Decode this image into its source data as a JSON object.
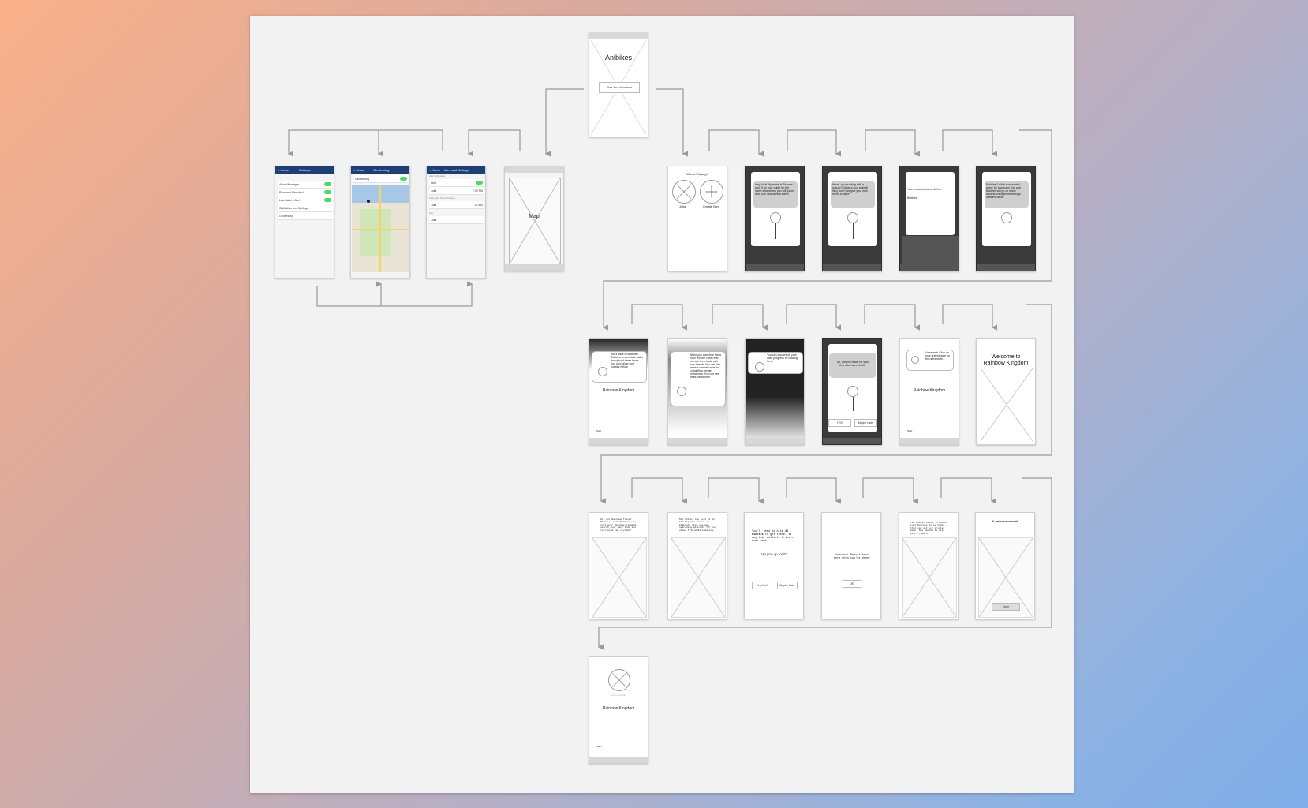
{
  "app": {
    "title": "Anibikes",
    "start_button": "Start Your Adventure"
  },
  "settings": {
    "nav_back": "< Home",
    "title": "Settings",
    "rows": [
      "Allow Messages",
      "Password Required",
      "Low Battery Alert",
      "Child Alert and Settings",
      "Geofencing"
    ]
  },
  "geofencing": {
    "nav_back": "< Home",
    "title": "Geofencing",
    "toggle_label": "Geofencing"
  },
  "alert_settings": {
    "nav_back": "< Home",
    "title": "Alert and Settings",
    "section1": "Alert Scheduler",
    "alert_label": "Alert",
    "name1": "Julia",
    "time1": "7:30 PM",
    "section2": "Only Alert Time Between",
    "name2": "Julia",
    "time2": "30 min",
    "section3": "Ask",
    "name3": "Julia"
  },
  "map_screen": {
    "title": "Map"
  },
  "whos_playing": {
    "title": "Who's Playing?",
    "player": "Julia",
    "create_new": "Create New"
  },
  "intro": {
    "hello": "Hey Julia! My name is Thomas and I'll be your guide for the many adventures you will go on with your new animal friend.",
    "unicorn": "Woah, you're riding with a unicorn? What a cool animal! Why don't you give your new friend a name?",
    "name_prompt": "Your unicorn's name will be...",
    "name_value": "Bubbles",
    "bubbles": "Bubbles? What a wonderful name for a unicorn! You and Bubbles will go on many adventures together through different lands."
  },
  "tutorial": {
    "tasks": "You'll have to take with Bubbles to complete tasks throughout these lands. You can follow your journey below.",
    "cards": "When you complete tasks you'll receive cards that you can then trade with your friends. You will also receive special cards for completing certain milestones. You can see these cards here.",
    "progress": "You can also check your daily progress by clicking here.",
    "ready": "So, are you ready for your first adventure, Julia?",
    "yes": "YES!",
    "later": "Maybe Later",
    "awesome": "Awesome! Click on your first mission for this adventure.",
    "kingdom": "Rainbow Kingdom",
    "start": "Start",
    "welcome": "Welcome to\nRainbow Kingdom"
  },
  "story": {
    "s1": "All our Rainbow Travel Princess Lucy Sparkle was lost over Rainbow Kingdom, search over back that she retrieved can crystal!",
    "s2": "She thinks she left it at the Magenta Forest at midnight when she was searching midnight for her other friend Marshmallow.",
    "s3_a": "You'll need to bike",
    "s3_b": "45 minutes",
    "s3_c": "to get there. It may take multiple trips or even days.",
    "s3_q": "Are you up for it?",
    "yes_btn": "Yes, Me!!",
    "maybe_btn": "Maybe Later",
    "s4": "Awesome! Report back here when you're done!",
    "ok": "OK!",
    "s5": "You did it Julia! Princess Lucy Sparkle is so glad that you got her crystal back! She wanted to give you a reward.",
    "s6": "A unicorn crown!",
    "done": "Done"
  },
  "final": {
    "reward_label": "Unicorn Crown",
    "kingdom": "Rainbow Kingdom",
    "start": "Start"
  }
}
